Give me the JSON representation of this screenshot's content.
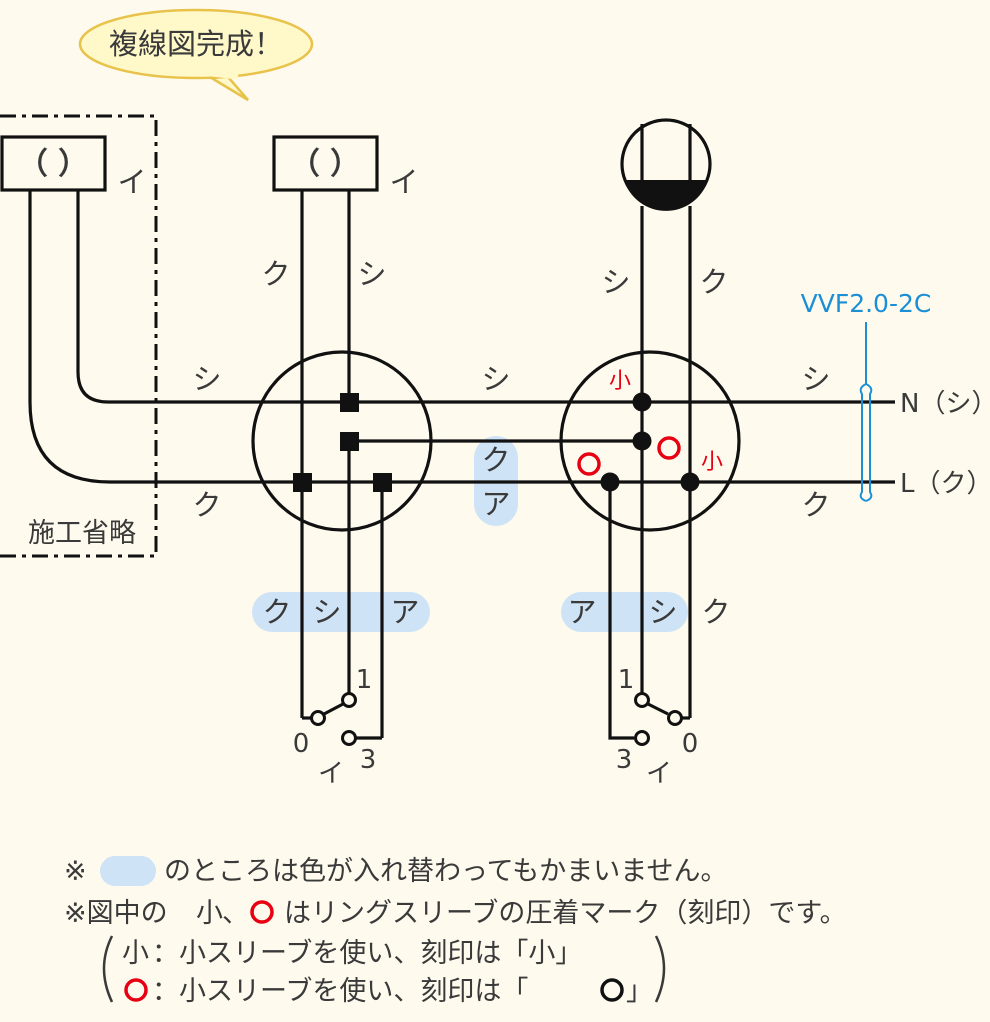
{
  "bubble": {
    "text": "複線図完成！"
  },
  "boxes": {
    "left_paren": "（ ）",
    "center_paren": "（ ）",
    "left_i": "イ",
    "center_i": "イ"
  },
  "omitted_label": "施工省略",
  "labels": {
    "left_top_shi": "シ",
    "left_bottom_ku": "ク",
    "center_ku": "ク",
    "center_shi": "シ",
    "mid_shi": "シ",
    "mid_ku": "ク",
    "mid_a": "ア",
    "right_shi": "シ",
    "right_ku": "ク",
    "feed_shi": "シ",
    "feed_ku": "ク"
  },
  "sleeve_marks": {
    "small1": "小",
    "small2": "小"
  },
  "cable": {
    "name": "VVF2.0-2C",
    "n_label": "N（シ）",
    "l_label": "L（ク）"
  },
  "left_switch_colors": [
    "ク",
    "シ",
    "ア"
  ],
  "right_switch_colors": [
    "ア",
    "シ",
    "ク"
  ],
  "left_switch": {
    "t1": "1",
    "t0": "0",
    "t3": "3",
    "i": "イ"
  },
  "right_switch": {
    "t1": "1",
    "t0": "0",
    "t3": "3",
    "i": "イ"
  },
  "notes": {
    "line1_prefix": "※",
    "line1_text": "のところは色が入れ替わってもかまいません。",
    "line2_prefix": "※図中の",
    "line2_small": "小",
    "line2_sep": "、",
    "line2_text": "はリングスリーブの圧着マーク（刻印）です。",
    "line3_small": "小",
    "line3_text": "：小スリーブを使い、刻印は「小」",
    "line4_text_a": "：小スリーブを使い、刻印は「",
    "line4_text_b": "」"
  },
  "colors": {
    "background": "#fefbee",
    "bubble_fill": "#fff9c9",
    "bubble_stroke": "#e8c24a",
    "highlight": "#cfe3f7",
    "red": "#e60012",
    "blue": "#1a8fd6"
  }
}
